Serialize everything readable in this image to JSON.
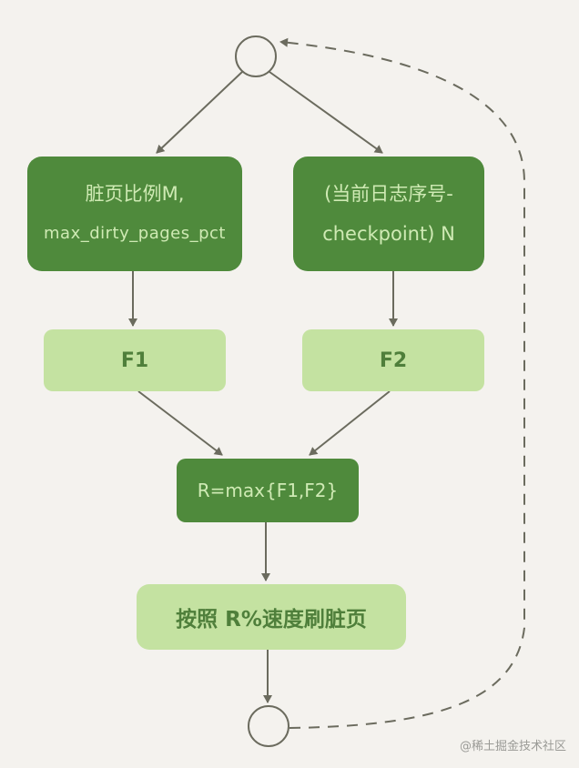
{
  "nodes": {
    "dirty_ratio": {
      "line1": "脏页比例M,",
      "line2": "max_dirty_pages_pct"
    },
    "lsn_gap": {
      "line1": "(当前日志序号-",
      "line2": "checkpoint) N"
    },
    "f1": {
      "label": "F1"
    },
    "f2": {
      "label": "F2"
    },
    "r_max": {
      "label": "R=max{F1,F2}"
    },
    "flush": {
      "label": "按照 R%速度刷脏页"
    }
  },
  "watermark": "@稀土掘金技术社区",
  "colors": {
    "dark_box": "#4f8a3c",
    "light_box": "#c4e2a1",
    "arrow": "#6b6b5e",
    "background": "#f4f2ee"
  }
}
